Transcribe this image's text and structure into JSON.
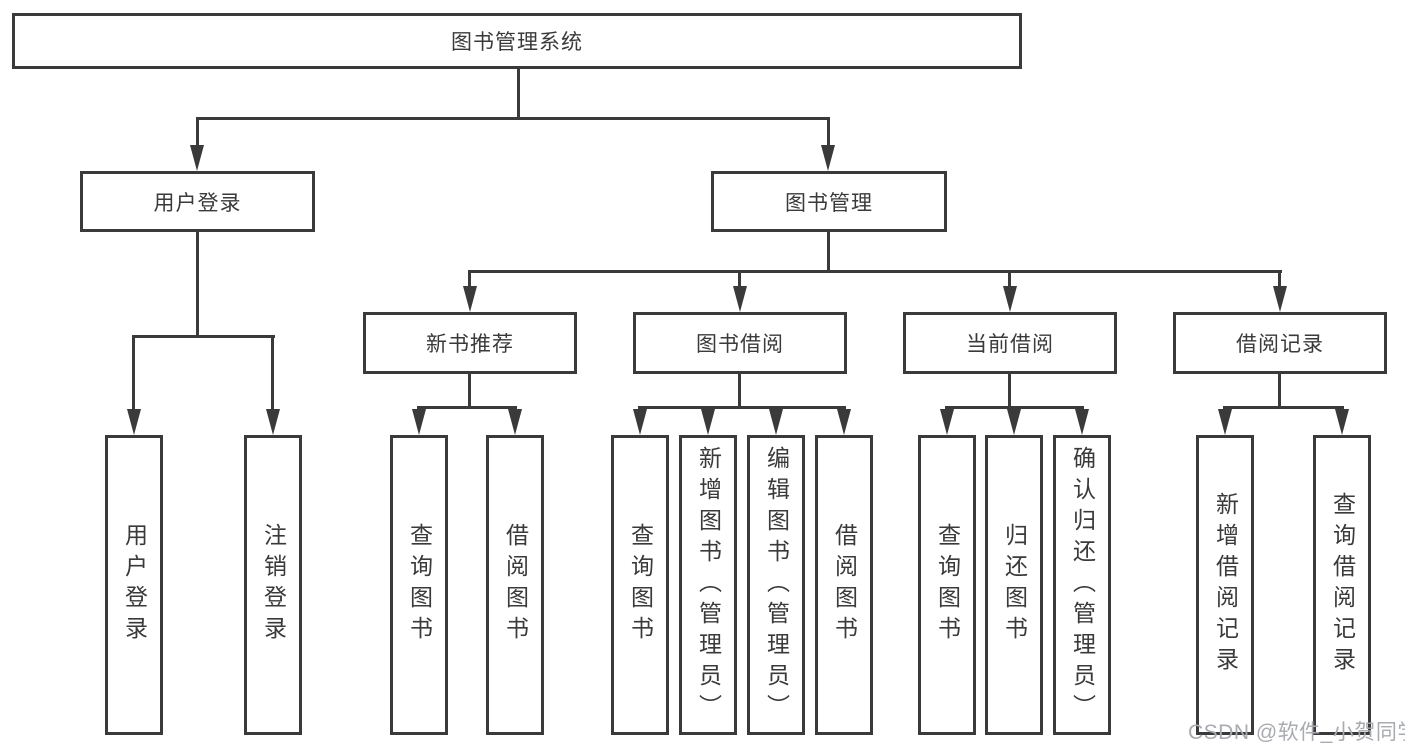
{
  "diagram": {
    "title": "图书管理系统",
    "colors": {
      "line": "#3a3a3a",
      "text": "#3a3a3a",
      "box_bg": "#ffffff",
      "watermark": "#a8abaf"
    },
    "nodes": {
      "root": {
        "label": "图书管理系统"
      },
      "user_login": {
        "label": "用户登录"
      },
      "book_mgmt": {
        "label": "图书管理"
      },
      "new_book_rec": {
        "label": "新书推荐"
      },
      "book_borrow": {
        "label": "图书借阅"
      },
      "current_borrow": {
        "label": "当前借阅"
      },
      "borrow_record": {
        "label": "借阅记录"
      },
      "leaf_user_login": {
        "label": "用户登录"
      },
      "leaf_logout": {
        "label": "注销登录"
      },
      "leaf_rec_query": {
        "label": "查询图书"
      },
      "leaf_rec_borrow": {
        "label": "借阅图书"
      },
      "leaf_bor_query": {
        "label": "查询图书"
      },
      "leaf_bor_add": {
        "label": "新增图书（管理员）"
      },
      "leaf_bor_edit": {
        "label": "编辑图书（管理员）"
      },
      "leaf_bor_borrow": {
        "label": "借阅图书"
      },
      "leaf_cur_query": {
        "label": "查询图书"
      },
      "leaf_cur_return": {
        "label": "归还图书"
      },
      "leaf_cur_confirm": {
        "label": "确认归还（管理员）"
      },
      "leaf_hist_add": {
        "label": "新增借阅记录"
      },
      "leaf_hist_query": {
        "label": "查询借阅记录"
      }
    },
    "hierarchy": {
      "图书管理系统": {
        "用户登录": [
          "用户登录",
          "注销登录"
        ],
        "图书管理": {
          "新书推荐": [
            "查询图书",
            "借阅图书"
          ],
          "图书借阅": [
            "查询图书",
            "新增图书（管理员）",
            "编辑图书（管理员）",
            "借阅图书"
          ],
          "当前借阅": [
            "查询图书",
            "归还图书",
            "确认归还（管理员）"
          ],
          "借阅记录": [
            "新增借阅记录",
            "查询借阅记录"
          ]
        }
      }
    },
    "watermark": {
      "text": "CSDN @软件_小贺同学"
    }
  }
}
